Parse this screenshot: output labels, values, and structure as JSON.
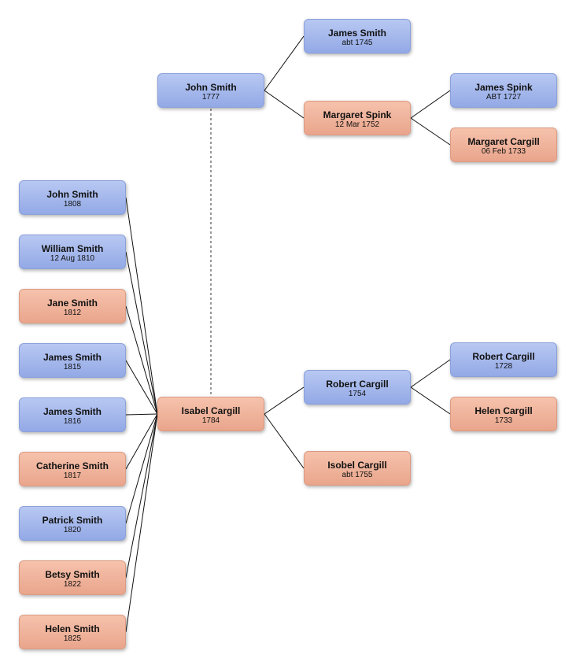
{
  "colors": {
    "male": "#9db1ea",
    "female": "#eeaf97",
    "line": "#111111",
    "spouse_line": "#777777"
  },
  "people": {
    "john_smith_1777": {
      "name": "John Smith",
      "date": "1777",
      "sex": "male"
    },
    "james_smith_1745": {
      "name": "James Smith",
      "date": "abt 1745",
      "sex": "male"
    },
    "margaret_spink": {
      "name": "Margaret Spink",
      "date": "12 Mar 1752",
      "sex": "female"
    },
    "james_spink": {
      "name": "James Spink",
      "date": "ABT 1727",
      "sex": "male"
    },
    "margaret_cargill": {
      "name": "Margaret Cargill",
      "date": "06 Feb 1733",
      "sex": "female"
    },
    "isabel_cargill": {
      "name": "Isabel Cargill",
      "date": "1784",
      "sex": "female"
    },
    "robert_cargill_1754": {
      "name": "Robert Cargill",
      "date": "1754",
      "sex": "male"
    },
    "isobel_cargill": {
      "name": "Isobel Cargill",
      "date": "abt 1755",
      "sex": "female"
    },
    "robert_cargill_1728": {
      "name": "Robert Cargill",
      "date": "1728",
      "sex": "male"
    },
    "helen_cargill": {
      "name": "Helen Cargill",
      "date": "1733",
      "sex": "female"
    },
    "children": [
      {
        "name": "John Smith",
        "date": "1808",
        "sex": "male"
      },
      {
        "name": "William Smith",
        "date": "12 Aug 1810",
        "sex": "male"
      },
      {
        "name": "Jane Smith",
        "date": "1812",
        "sex": "female"
      },
      {
        "name": "James Smith",
        "date": "1815",
        "sex": "male"
      },
      {
        "name": "James Smith",
        "date": "1816",
        "sex": "male"
      },
      {
        "name": "Catherine Smith",
        "date": "1817",
        "sex": "female"
      },
      {
        "name": "Patrick Smith",
        "date": "1820",
        "sex": "male"
      },
      {
        "name": "Betsy Smith",
        "date": "1822",
        "sex": "female"
      },
      {
        "name": "Helen Smith",
        "date": "1825",
        "sex": "female"
      }
    ]
  }
}
